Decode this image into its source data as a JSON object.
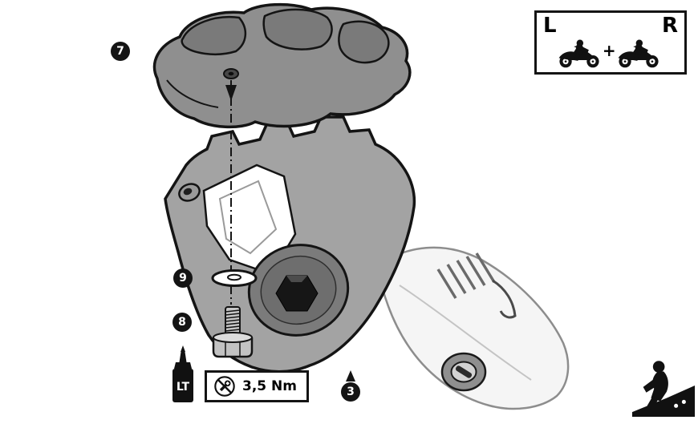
{
  "callouts": {
    "pad_label": "7",
    "washer_label": "9",
    "bolt_label": "8",
    "footpeg_label": "3"
  },
  "side_panel": {
    "left_label": "L",
    "plus_sign": "+",
    "right_label": "R"
  },
  "legend": {
    "adhesive_label": "LT",
    "torque_value": "3,5 Nm"
  },
  "colors": {
    "outline": "#141414",
    "pad_fill": "#8f8f8f",
    "pad_lump_fill": "#7a7a7a",
    "footpeg_fill": "#a3a3a3",
    "recess_fill": "#7b7b7b",
    "arm_fill": "#f5f5f5",
    "panel_border": "#141414"
  }
}
